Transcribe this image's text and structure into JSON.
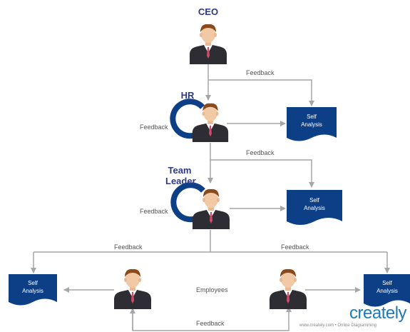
{
  "roles": {
    "ceo": "CEO",
    "hr": "HR",
    "team_leader": "Team Leader"
  },
  "edge_labels": {
    "ceo_feedback": "Feedback",
    "hr_self_feedback": "Feedback",
    "hr_feedback": "Feedback",
    "tl_self_feedback": "Feedback",
    "tl_feedback_left": "Feedback",
    "tl_feedback_right": "Feedback",
    "employees": "Employees",
    "employees_feedback": "Feedback"
  },
  "documents": {
    "line1": "Self",
    "line2": "Analysis"
  },
  "brand": {
    "name": "creately",
    "footer": "www.creately.com • Online Diagramming"
  },
  "colors": {
    "document_fill": "#0d3f86",
    "cycle_arrow": "#0d3f86",
    "role_label": "#2c3a87",
    "connector": "#a6a6a6",
    "brand": "#1d7ab8"
  }
}
